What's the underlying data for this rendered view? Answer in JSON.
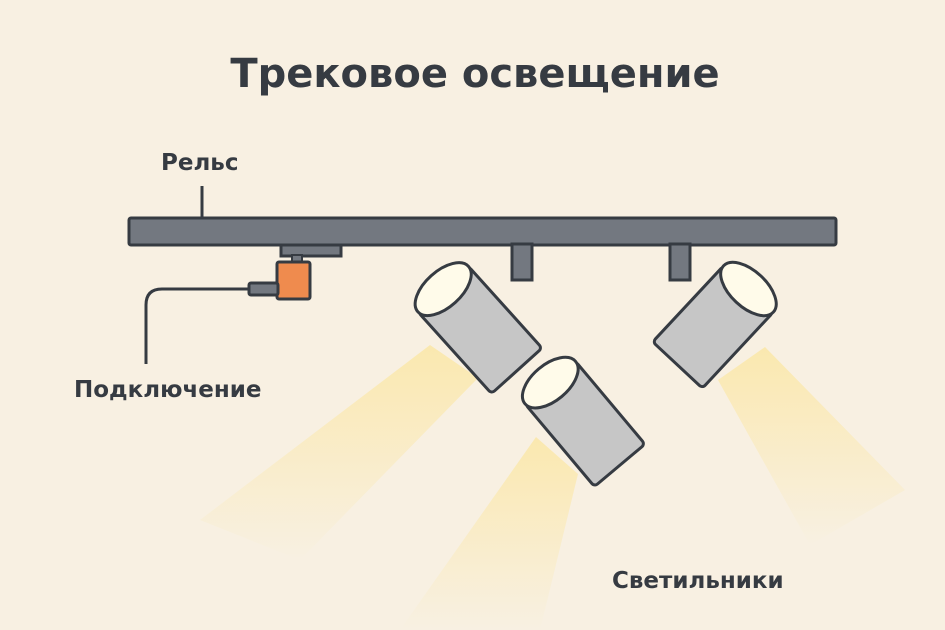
{
  "title": "Трековое освещение",
  "labels": {
    "rail": "Рельс",
    "connection": "Подключение",
    "fixtures": "Светильники"
  },
  "colors": {
    "background": "#f8f0e2",
    "rail": "#737880",
    "outline": "#363b42",
    "fixture_body": "#c6c6c6",
    "lens": "#fffbea",
    "light_beam": "#fbe9ad",
    "connector": "#ef8b4e"
  }
}
